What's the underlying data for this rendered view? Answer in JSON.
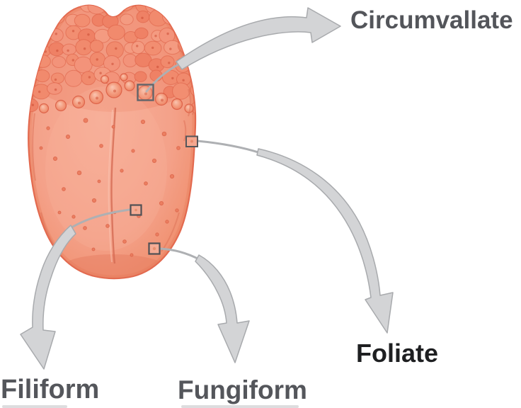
{
  "figure": {
    "background": "#FFFFFF",
    "labels": {
      "circumvallate": "Circumvallate",
      "foliate": "Foliate",
      "filiform": "Filiform",
      "fungiform": "Fungiform"
    },
    "colors": {
      "label_gray": "#54565B",
      "label_dark": "#1E1F21",
      "tongue_body": "#F4A189",
      "tongue_outline": "#E2654B",
      "papillae_bump": "#F08468",
      "arrow_fill": "#D3D4D6",
      "arrow_outline": "#A8AAAD",
      "marker_outline": "#55565A"
    }
  }
}
